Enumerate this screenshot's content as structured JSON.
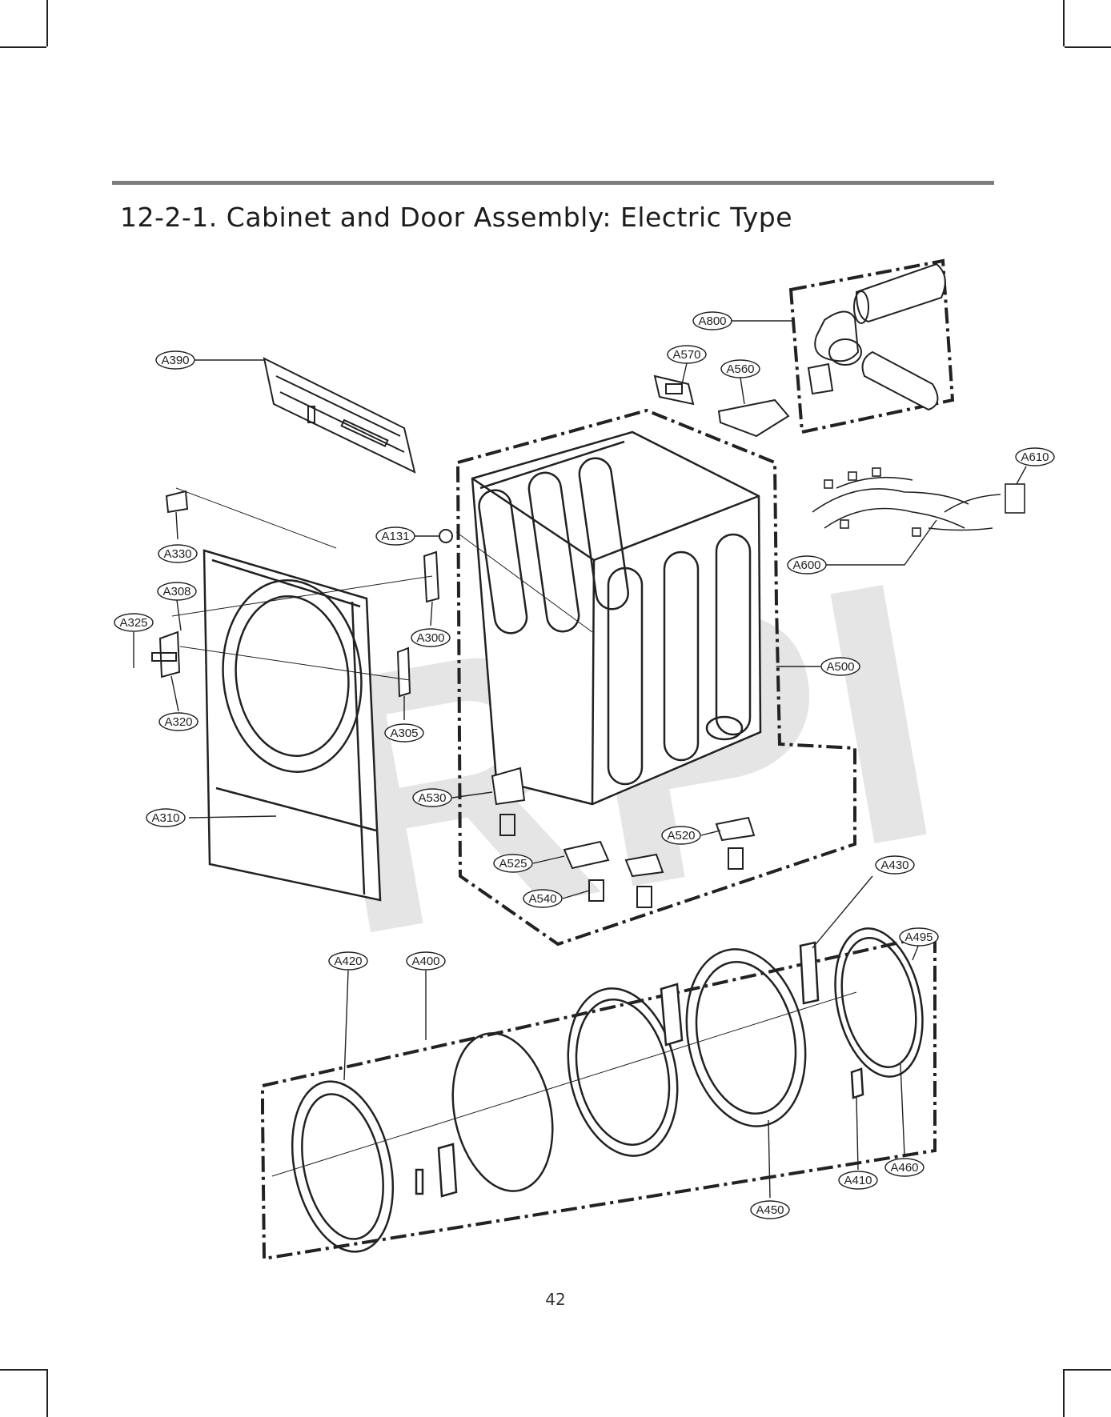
{
  "section_title": "12-2-1. Cabinet and Door Assembly: Electric Type",
  "page_number": "42",
  "watermark": "RPI",
  "callouts": [
    "A800",
    "A570",
    "A560",
    "A390",
    "A610",
    "A330",
    "A131",
    "A600",
    "A308",
    "A325",
    "A300",
    "A500",
    "A320",
    "A305",
    "A530",
    "A310",
    "A520",
    "A525",
    "A540",
    "A430",
    "A495",
    "A420",
    "A400",
    "A410",
    "A460",
    "A450"
  ]
}
